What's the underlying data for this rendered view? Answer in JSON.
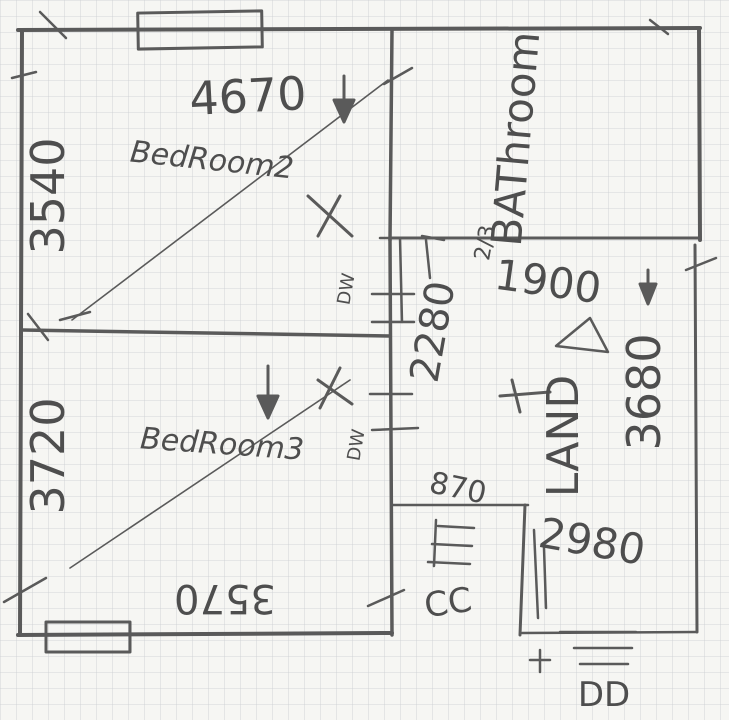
{
  "paper": {
    "background": "#f6f6f3",
    "grid_color": "#c9ccd0",
    "pencil_color": "#5a5a5a"
  },
  "dimensions": {
    "bedroom2_width": "4670",
    "bedroom2_depth": "3540",
    "bedroom3_depth": "3720",
    "bedroom3_width": "3570",
    "hall_length": "2280",
    "bathroom_width": "1900",
    "landing_length": "3680",
    "cupboard_width": "870",
    "landing_width": "2980"
  },
  "rooms": {
    "bedroom2": "BedRoom2",
    "bedroom3": "BedRoom3",
    "bathroom": "BAThroom",
    "landing": "LAND",
    "cupboard": "CC",
    "stairs": "DD"
  },
  "marks": {
    "bathroom_fraction": "2/3",
    "door_mark": "DW"
  }
}
